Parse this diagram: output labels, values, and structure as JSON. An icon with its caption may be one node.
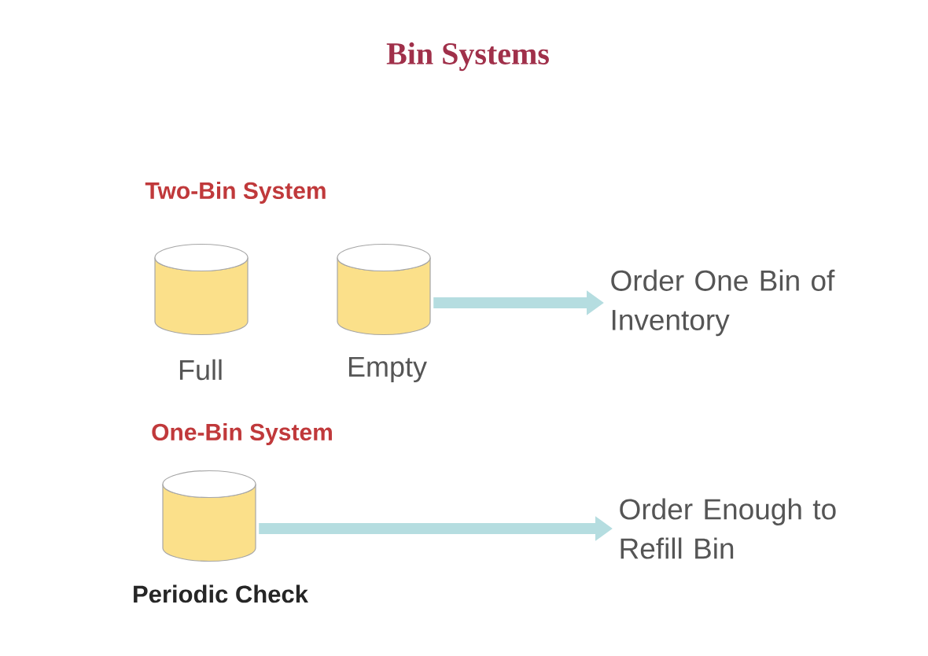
{
  "diagram": {
    "title": "Bin Systems",
    "nodes": [
      {
        "text": [],
        "shape": "cylinder",
        "beside": [
          "Full"
        ]
      },
      {
        "text": [],
        "shape": "cylinder",
        "beside": [
          "Empty"
        ]
      },
      {
        "text": [
          "Order One Bin of Inventory"
        ]
      },
      {
        "text": [],
        "shape": "cylinder",
        "beside": [
          "Periodic Check"
        ]
      },
      {
        "text": [
          "Order Enough to Refill Bin"
        ]
      }
    ],
    "edges": [
      {
        "from": 1,
        "to": 2,
        "arrow": "to"
      },
      {
        "from": 3,
        "to": 4,
        "arrow": "to"
      }
    ],
    "labels": [
      "Two-Bin System",
      "One-Bin System"
    ]
  }
}
